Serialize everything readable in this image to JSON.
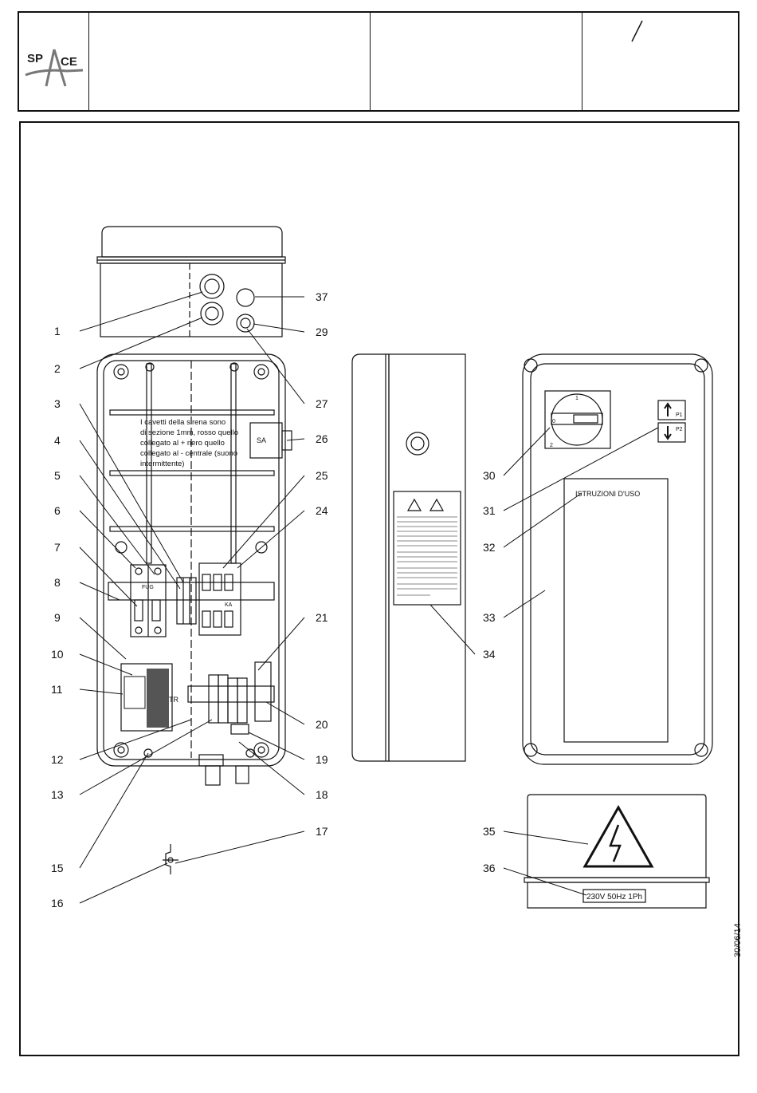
{
  "title_block": {
    "logo_text": "SPACE",
    "logo_left": "SP",
    "logo_right": "CE"
  },
  "date": "30/06/14",
  "inner_note": [
    "I cavetti della sirena sono",
    "di sezione 1mm, rosso quello",
    "collegato al + nero quello",
    "collegato al - centrale (suono",
    "intermittente)"
  ],
  "component_labels": {
    "sa": "SA",
    "fuse": "FUG",
    "tr": "TR",
    "kt": "KA",
    "istruzioni": "ISTRUZIONI  D'USO",
    "voltage_plate": "230V 50Hz 1Ph",
    "p1": "P1",
    "p2": "P2",
    "switch_0": "0",
    "switch_1": "1",
    "switch_2": "2"
  },
  "callouts": [
    "1",
    "2",
    "3",
    "4",
    "5",
    "6",
    "7",
    "8",
    "9",
    "10",
    "11",
    "12",
    "13",
    "15",
    "16",
    "17",
    "18",
    "19",
    "20",
    "21",
    "24",
    "25",
    "26",
    "27",
    "29",
    "30",
    "31",
    "32",
    "33",
    "34",
    "35",
    "36",
    "37"
  ],
  "colors": {
    "line": "#111111",
    "paper": "#ffffff"
  }
}
